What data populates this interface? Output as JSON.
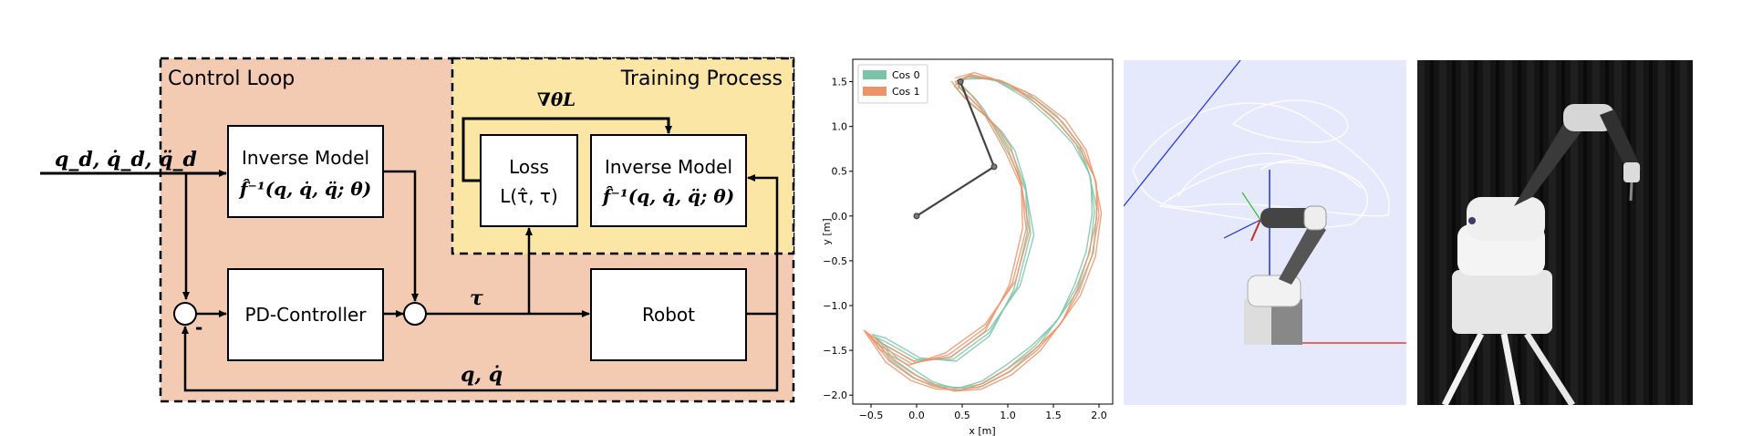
{
  "diagram": {
    "control_loop_title": "Control Loop",
    "training_title": "Training Process",
    "input_label": "q_d, q̇_d, q̈_d",
    "inverse_model_label": "Inverse Model",
    "inverse_model_formula": "f̂⁻¹(q, q̇, q̈; θ)",
    "training_inverse_label": "Inverse Model",
    "training_inverse_formula": "f̂⁻¹(q, q̇, q̈; θ)",
    "loss_label": "Loss",
    "loss_formula": "L(τ̂, τ)",
    "gradient_label": "∇θL",
    "pd_label": "PD-Controller",
    "robot_label": "Robot",
    "tau_label": "τ",
    "feedback_label": "q, q̇",
    "minus_sign": "-",
    "colors": {
      "control_bg": "#f2cbb2",
      "training_bg": "#fbe6a6"
    }
  },
  "chart_data": {
    "type": "line",
    "xlabel": "x [m]",
    "ylabel": "y [m]",
    "xlim": [
      -0.7,
      2.15
    ],
    "ylim": [
      -2.1,
      1.75
    ],
    "xticks": [
      -0.5,
      0.0,
      0.5,
      1.0,
      1.5,
      2.0
    ],
    "yticks": [
      -2.0,
      -1.5,
      -1.0,
      -0.5,
      0.0,
      0.5,
      1.0,
      1.5
    ],
    "legend_position": "top-left",
    "series": [
      {
        "name": "Cos 0",
        "color": "#7cc4a8",
        "x": [
          0.45,
          0.55,
          0.85,
          1.2,
          1.5,
          1.75,
          1.9,
          1.95,
          1.9,
          1.75,
          1.55,
          1.3,
          1.0,
          0.7,
          0.45,
          0.2,
          0.0,
          -0.25,
          -0.45,
          -0.35,
          0.0,
          0.4,
          0.8,
          1.1,
          1.25,
          1.2,
          1.05,
          0.9,
          0.75,
          0.6,
          0.45
        ],
        "y": [
          1.45,
          1.55,
          1.52,
          1.35,
          1.1,
          0.8,
          0.45,
          0.05,
          -0.4,
          -0.8,
          -1.15,
          -1.45,
          -1.7,
          -1.88,
          -1.92,
          -1.88,
          -1.78,
          -1.6,
          -1.35,
          -1.4,
          -1.6,
          -1.6,
          -1.3,
          -0.8,
          -0.2,
          0.3,
          0.7,
          0.95,
          1.15,
          1.3,
          1.45
        ]
      },
      {
        "name": "Cos 1",
        "color": "#ee9268",
        "x": [
          0.42,
          0.6,
          0.95,
          1.3,
          1.6,
          1.82,
          1.96,
          2.0,
          1.92,
          1.78,
          1.58,
          1.32,
          1.02,
          0.72,
          0.45,
          0.18,
          -0.05,
          -0.3,
          -0.55,
          -0.4,
          -0.05,
          0.35,
          0.75,
          1.05,
          1.2,
          1.15,
          1.0,
          0.85,
          0.7,
          0.55,
          0.42
        ],
        "y": [
          1.5,
          1.58,
          1.5,
          1.3,
          1.05,
          0.75,
          0.4,
          0.0,
          -0.45,
          -0.85,
          -1.2,
          -1.5,
          -1.74,
          -1.9,
          -1.95,
          -1.9,
          -1.8,
          -1.62,
          -1.3,
          -1.45,
          -1.65,
          -1.55,
          -1.25,
          -0.75,
          -0.15,
          0.35,
          0.75,
          1.0,
          1.2,
          1.35,
          1.5
        ]
      }
    ],
    "arm": {
      "x": [
        0.0,
        0.85,
        0.48
      ],
      "y": [
        0.0,
        0.55,
        1.5
      ]
    }
  },
  "render_panel": {
    "description": "3D render of robot arm"
  },
  "photo_panel": {
    "description": "photo of robot arm"
  }
}
